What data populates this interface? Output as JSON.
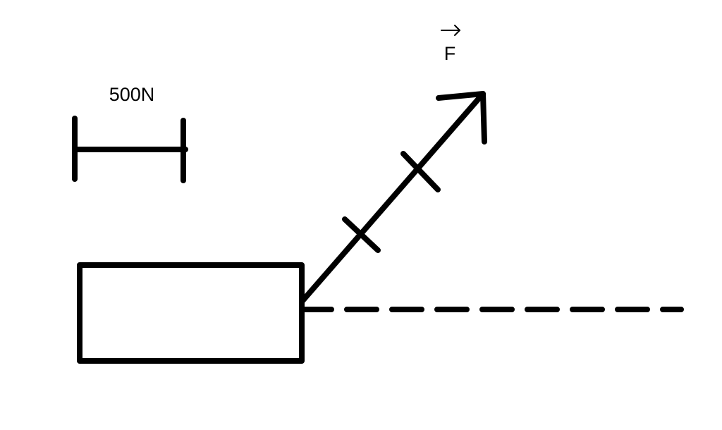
{
  "scale": {
    "label": "500N"
  },
  "force": {
    "symbol": "F",
    "tick_marks": 2
  },
  "colors": {
    "ink": "#000000",
    "background": "#ffffff"
  }
}
